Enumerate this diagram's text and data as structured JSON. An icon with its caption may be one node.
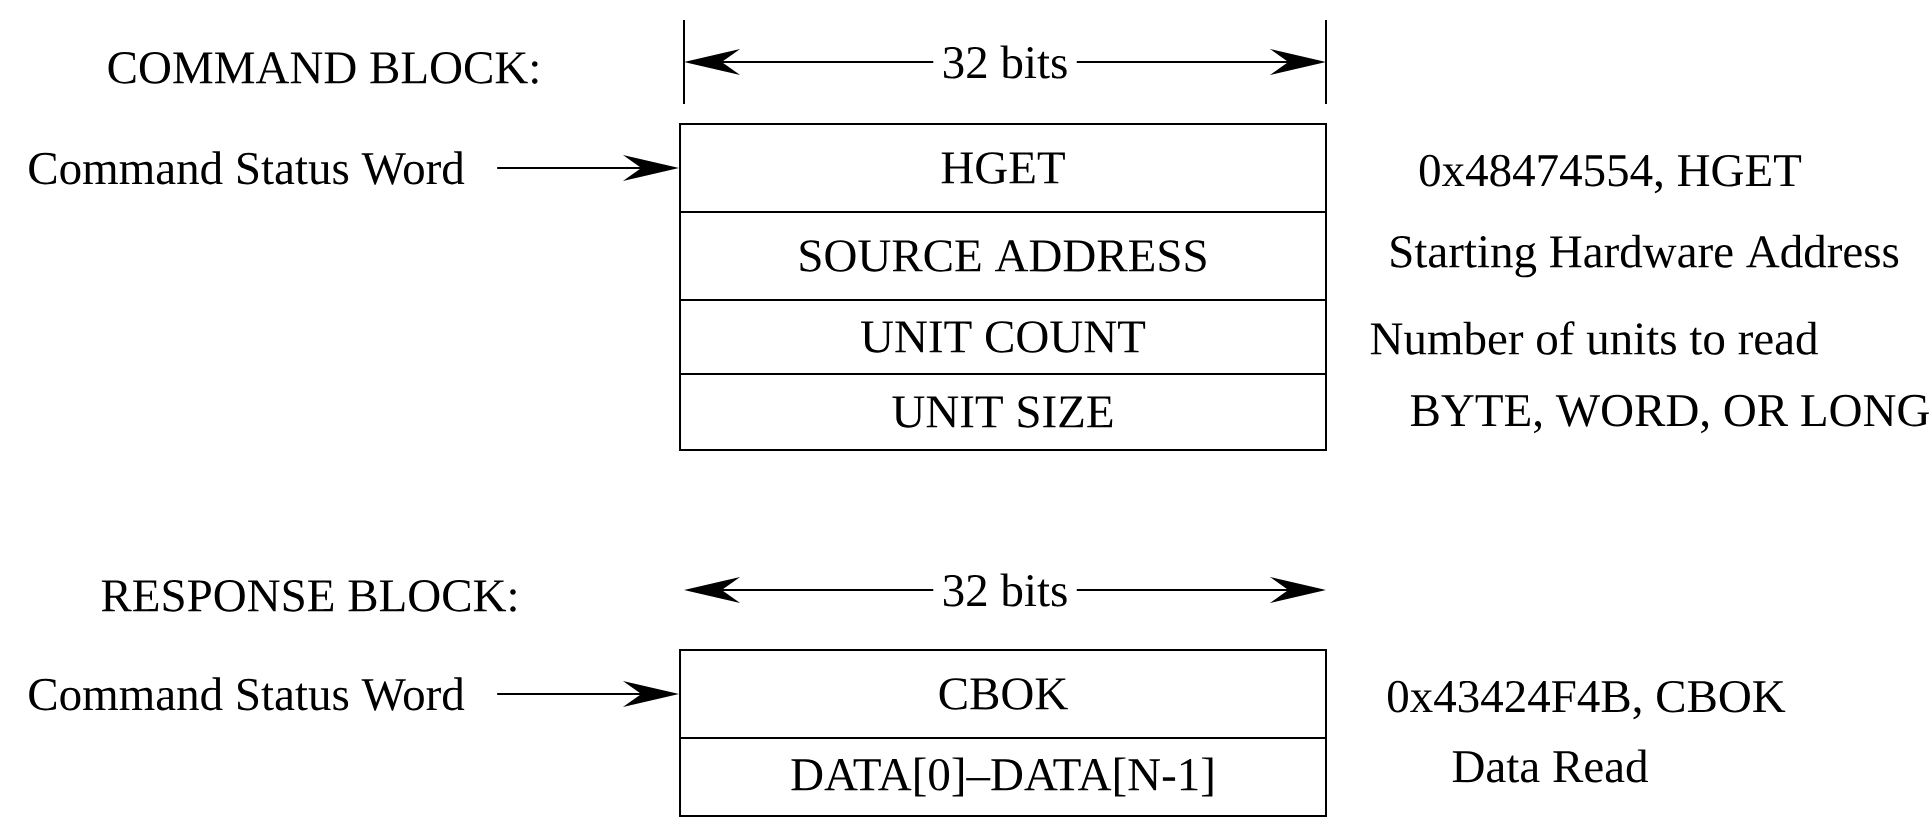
{
  "diagram": {
    "nodes": [
      {
        "text": [
          "Command Status Word"
        ]
      },
      {
        "text": [
          "HGET"
        ],
        "beside": [
          "0x48474554, HGET"
        ]
      },
      {
        "text": [
          "SOURCE ADDRESS"
        ],
        "beside": [
          "Starting Hardware Address"
        ]
      },
      {
        "text": [
          "UNIT COUNT"
        ],
        "beside": [
          "Number of units to read"
        ]
      },
      {
        "text": [
          "UNIT SIZE"
        ],
        "beside": [
          "BYTE, WORD, OR LONG"
        ]
      },
      {
        "text": [
          "Command Status Word"
        ]
      },
      {
        "text": [
          "CBOK"
        ],
        "beside": [
          "0x43424F4B, CBOK"
        ]
      },
      {
        "text": [
          "DATA[0]–DATA[N-1]"
        ],
        "beside": [
          "Data Read"
        ]
      }
    ],
    "edges": [
      {
        "from": 0,
        "to": 1,
        "arrow": "to"
      },
      {
        "from": 5,
        "to": 6,
        "arrow": "to"
      }
    ],
    "labels": [
      "COMMAND BLOCK:",
      "32 bits",
      "RESPONSE BLOCK:",
      "32 bits"
    ]
  }
}
